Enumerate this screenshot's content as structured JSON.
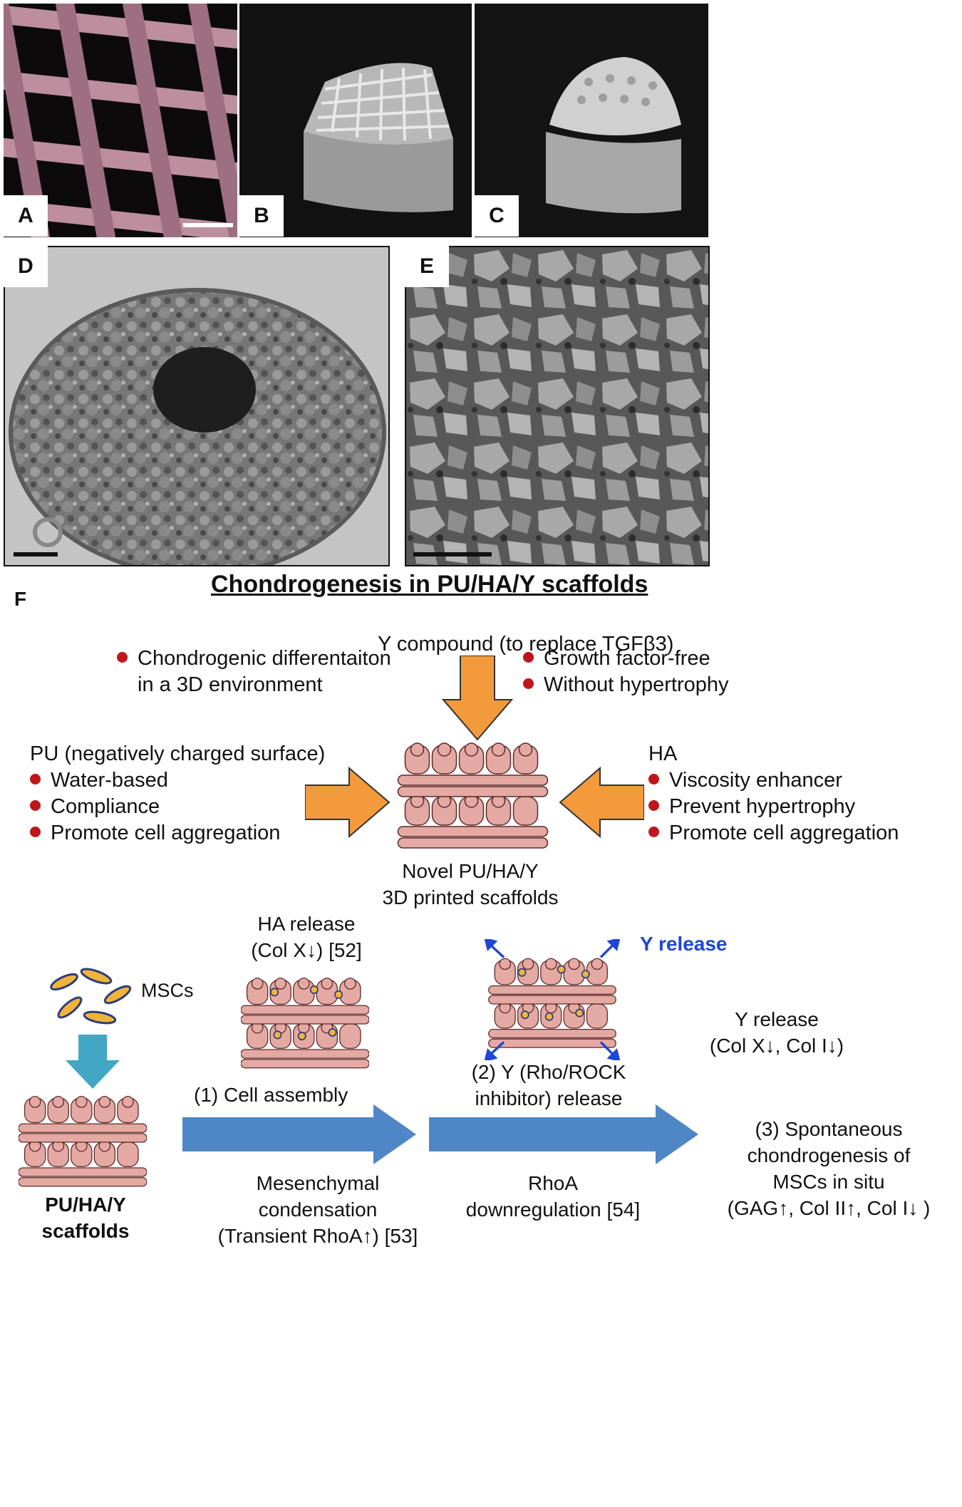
{
  "panels": {
    "a": {
      "label": "A"
    },
    "b": {
      "label": "B"
    },
    "c": {
      "label": "C"
    },
    "d": {
      "label": "D"
    },
    "e": {
      "label": "E"
    },
    "f": {
      "label": "F"
    }
  },
  "diagram": {
    "title": "Chondrogenesis in PU/HA/Y scaffolds",
    "top_input": "Y compound (to replace TGFβ3)",
    "left_bullets": [
      "Chondrogenic differentaiton",
      "in a 3D environment"
    ],
    "right_bullets": [
      "Growth factor-free",
      "Without hypertrophy"
    ],
    "pu": {
      "heading": "PU (negatively charged surface)",
      "items": [
        "Water-based",
        "Compliance",
        "Promote cell aggregation"
      ]
    },
    "ha": {
      "heading": "HA",
      "items": [
        "Viscosity enhancer",
        "Prevent hypertrophy",
        "Promote cell aggregation"
      ]
    },
    "center_caption": [
      "Novel PU/HA/Y",
      "3D printed scaffolds"
    ],
    "ha_release": [
      "HA release",
      "(Col X↓) [52]"
    ],
    "msc_label": "MSCs",
    "y_release_blue": "Y release",
    "y_release_right": [
      "Y release",
      "(Col X↓, Col I↓)"
    ],
    "step1": "(1) Cell assembly",
    "step2": [
      "(2) Y (Rho/ROCK",
      "inhibitor) release"
    ],
    "step3": [
      "(3) Spontaneous",
      "chondrogenesis of",
      "MSCs in situ",
      "(GAG↑, Col II↑, Col I↓ )"
    ],
    "mesenchymal": [
      "Mesenchymal",
      "condensation",
      "(Transient  RhoA↑) [53]"
    ],
    "rhoa": [
      "RhoA",
      "downregulation [54]"
    ],
    "scaffold_label": [
      "PU/HA/Y",
      "scaffolds"
    ]
  },
  "colors": {
    "orange": "#f29a3c",
    "blue_arrow": "#4f86c6",
    "teal_arrow": "#43a7c4",
    "bullet": "#c0161b",
    "rod": "#e5a9a3",
    "blue_text": "#2046d4"
  }
}
